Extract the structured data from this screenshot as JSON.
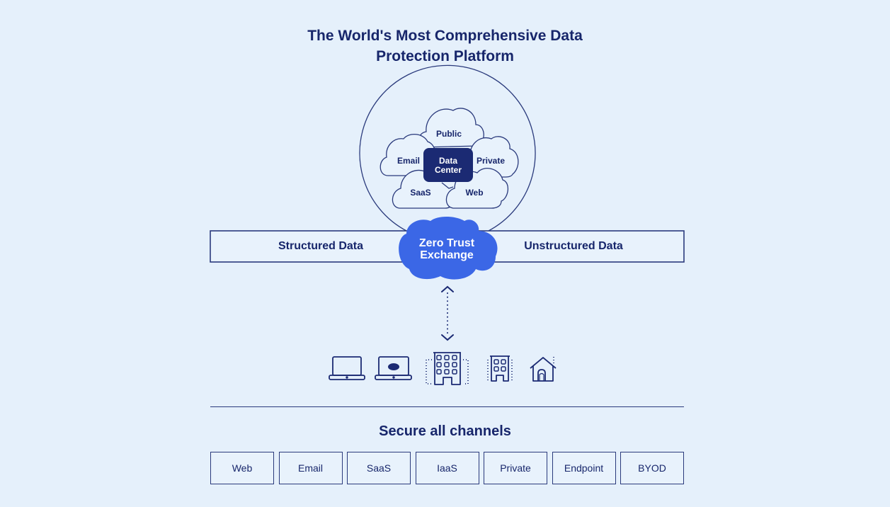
{
  "title": {
    "line1": "The World's Most Comprehensive Data",
    "line2": "Protection Platform"
  },
  "clouds": {
    "public": "Public",
    "email": "Email",
    "private": "Private",
    "saas": "SaaS",
    "web": "Web"
  },
  "data_center": {
    "line1": "Data",
    "line2": "Center"
  },
  "band": {
    "left": "Structured Data",
    "right": "Unstructured Data"
  },
  "zero_trust": {
    "line1": "Zero Trust",
    "line2": "Exchange"
  },
  "devices": [
    {
      "icon": "laptop-icon"
    },
    {
      "icon": "managed-laptop-icon"
    },
    {
      "icon": "headquarters-building-icon"
    },
    {
      "icon": "branch-building-icon"
    },
    {
      "icon": "home-icon"
    }
  ],
  "secure_heading": "Secure all channels",
  "channels": [
    "Web",
    "Email",
    "SaaS",
    "IaaS",
    "Private",
    "Endpoint",
    "BYOD"
  ],
  "colors": {
    "background": "#e5f0fb",
    "navy": "#17266b",
    "zte_blue": "#3b67e6",
    "data_center": "#1b2a73"
  }
}
